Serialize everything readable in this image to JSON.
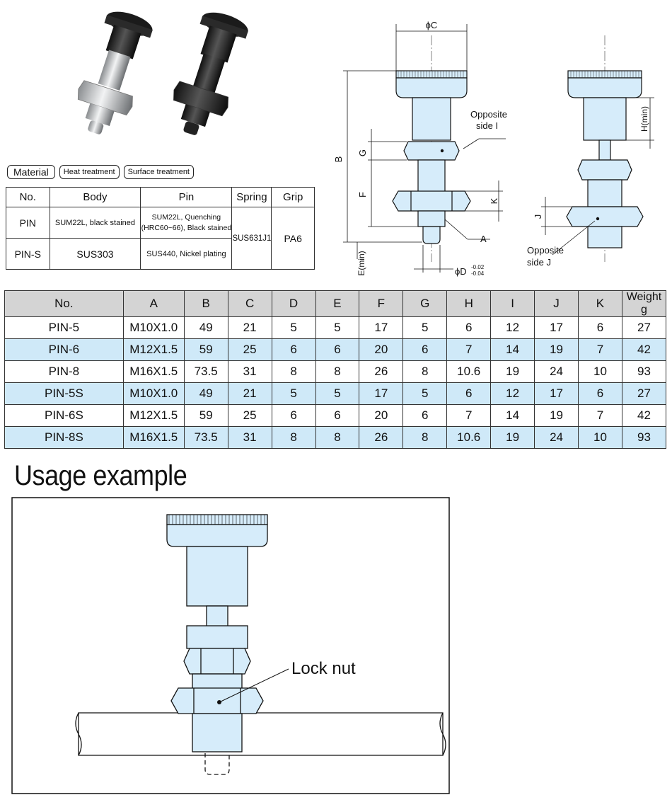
{
  "tags": [
    "Material",
    "Heat treatment",
    "Surface treatment"
  ],
  "material_table": {
    "headers": [
      "No.",
      "Body",
      "Pin",
      "Spring",
      "Grip"
    ],
    "rows": [
      {
        "no": "PIN",
        "body": "SUM22L, black stained",
        "pin": "SUM22L, Quenching (HRC60~66), Black stained"
      },
      {
        "no": "PIN-S",
        "body": "SUS303",
        "pin": "SUS440, Nickel plating"
      }
    ],
    "spring": "SUS631J1",
    "grip": "PA6"
  },
  "drawing_labels": {
    "phi_c": "ϕC",
    "b": "B",
    "g": "G",
    "f": "F",
    "e_min": "E(min)",
    "k": "K",
    "a": "A",
    "phi_d": "ϕD",
    "tol_upper": "-0.02",
    "tol_lower": "-0.04",
    "opposite_side_i_1": "Opposite",
    "opposite_side_i_2": "side I",
    "h_min": "H(min)",
    "j": "J",
    "opposite_side_j_1": "Opposite",
    "opposite_side_j_2": "side J"
  },
  "dimension_table": {
    "headers": [
      "No.",
      "A",
      "B",
      "C",
      "D",
      "E",
      "F",
      "G",
      "H",
      "I",
      "J",
      "K",
      "Weight g"
    ],
    "rows": [
      [
        "PIN-5",
        "M10X1.0",
        "49",
        "21",
        "5",
        "5",
        "17",
        "5",
        "6",
        "12",
        "17",
        "6",
        "27"
      ],
      [
        "PIN-6",
        "M12X1.5",
        "59",
        "25",
        "6",
        "6",
        "20",
        "6",
        "7",
        "14",
        "19",
        "7",
        "42"
      ],
      [
        "PIN-8",
        "M16X1.5",
        "73.5",
        "31",
        "8",
        "8",
        "26",
        "8",
        "10.6",
        "19",
        "24",
        "10",
        "93"
      ],
      [
        "PIN-5S",
        "M10X1.0",
        "49",
        "21",
        "5",
        "5",
        "17",
        "5",
        "6",
        "12",
        "17",
        "6",
        "27"
      ],
      [
        "PIN-6S",
        "M12X1.5",
        "59",
        "25",
        "6",
        "6",
        "20",
        "6",
        "7",
        "14",
        "19",
        "7",
        "42"
      ],
      [
        "PIN-8S",
        "M16X1.5",
        "73.5",
        "31",
        "8",
        "8",
        "26",
        "8",
        "10.6",
        "19",
        "24",
        "10",
        "93"
      ]
    ]
  },
  "usage": {
    "title": "Usage example",
    "lock_nut_label": "Lock nut"
  },
  "colors": {
    "part_fill": "#d6ecfa",
    "row_highlight": "#cfe9f8",
    "header_gray": "#d4d4d4"
  }
}
